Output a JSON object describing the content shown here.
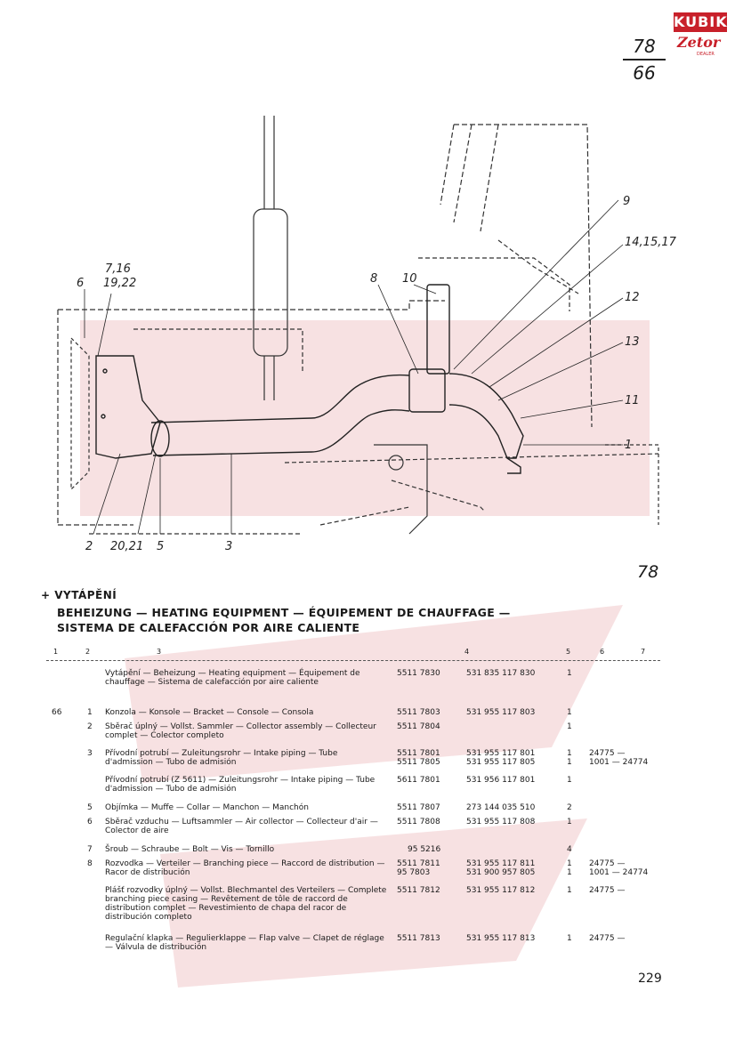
{
  "logo": {
    "brand": "KUBIK",
    "sub": "Zetor",
    "sub2": "DEALER"
  },
  "page_ref": {
    "top": "78",
    "bottom": "66"
  },
  "figure": {
    "number": "78",
    "callouts": [
      "9",
      "14,15,17",
      "12",
      "13",
      "11",
      "1",
      "10",
      "8",
      "7,16",
      "19,22",
      "6",
      "2",
      "20,21",
      "5",
      "3"
    ]
  },
  "section": {
    "title": "+ VYTÁPĚNÍ",
    "subtitle_line1": "BEHEIZUNG — HEATING EQUIPMENT — ÉQUIPEMENT DE CHAUFFAGE —",
    "subtitle_line2": "SISTEMA DE CALEFACCIÓN POR AIRE CALIENTE"
  },
  "columns": [
    "1",
    "2",
    "3",
    "4",
    "5",
    "6",
    "7"
  ],
  "rows": [
    {
      "c1": "",
      "c2": "",
      "c3": "Vytápění — Beheizung — Heating equipment — Équipement de chauffage — Sistema de calefacción por aire caliente",
      "c4": "5511 7830",
      "c5": "531 835 117 830",
      "c6": "1",
      "c7": ""
    },
    {
      "c1": "66",
      "c2": "1",
      "c3": "Konzola — Konsole — Bracket — Console — Consola",
      "c4": "5511 7803",
      "c5": "531 955 117 803",
      "c6": "1",
      "c7": ""
    },
    {
      "c1": "",
      "c2": "2",
      "c3": "Sběrač úplný — Vollst. Sammler — Collector assembly — Collecteur complet — Colector completo",
      "c4": "5511 7804",
      "c5": "",
      "c6": "1",
      "c7": ""
    },
    {
      "c1": "",
      "c2": "3",
      "c3": "Přívodní potrubí — Zuleitungsrohr — Intake piping — Tube d'admission — Tubo de admisión",
      "c4": "5511 7801\n5511 7805",
      "c5": "531 955 117 801\n531 955 117 805",
      "c6": "1\n1",
      "c7": "24775 —\n1001 — 24774"
    },
    {
      "c1": "",
      "c2": "",
      "c3": "Přívodní potrubí (Z 5611) — Zuleitungsrohr — Intake piping — Tube d'admission — Tubo de admisión",
      "c4": "5611 7801",
      "c5": "531 956 117 801",
      "c6": "1",
      "c7": ""
    },
    {
      "c1": "",
      "c2": "5",
      "c3": "Objímka — Muffe — Collar — Manchon — Manchón",
      "c4": "5511 7807",
      "c5": "273 144 035 510",
      "c6": "2",
      "c7": ""
    },
    {
      "c1": "",
      "c2": "6",
      "c3": "Sběrač vzduchu — Luftsammler — Air collector — Collecteur d'air — Colector de aire",
      "c4": "5511 7808",
      "c5": "531 955 117 808",
      "c6": "1",
      "c7": ""
    },
    {
      "c1": "",
      "c2": "7",
      "c3": "Šroub — Schraube — Bolt — Vis — Tornillo",
      "c4": "95 5216",
      "c5": "",
      "c6": "4",
      "c7": ""
    },
    {
      "c1": "",
      "c2": "8",
      "c3": "Rozvodka — Verteiler — Branching piece — Raccord de distribution — Racor de distribución",
      "c4": "5511 7811\n95 7803",
      "c5": "531 955 117 811\n531 900 957 805",
      "c6": "1\n1",
      "c7": "24775 —\n1001 — 24774"
    },
    {
      "c1": "",
      "c2": "",
      "c3": "Plášť rozvodky úplný — Vollst. Blechmantel des Verteilers — Complete branching piece casing — Revêtement de tôle de raccord de distribution complet — Revestimiento de chapa del racor de distribución completo",
      "c4": "5511 7812",
      "c5": "531 955 117 812",
      "c6": "1",
      "c7": "24775 —"
    },
    {
      "c1": "",
      "c2": "",
      "c3": "Regulační klapka — Regulierklappe — Flap valve — Clapet de réglage — Válvula de distribución",
      "c4": "5511 7813",
      "c5": "531 955 117 813",
      "c6": "1",
      "c7": "24775 —"
    }
  ],
  "page_number": "229"
}
